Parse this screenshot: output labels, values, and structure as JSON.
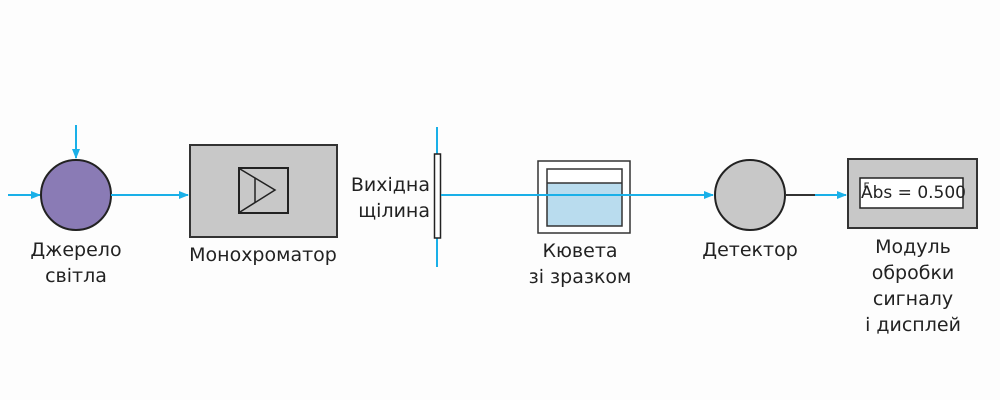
{
  "colors": {
    "beam": "#1ab0e8",
    "source": "#8a7bb5",
    "device_gray": "#c8c8c8",
    "liquid": "#b9dcee",
    "outline": "#222222"
  },
  "components": {
    "source": {
      "line1": "Джерело",
      "line2": "світла"
    },
    "monochromator": {
      "label": "Монохроматор"
    },
    "exit_slit": {
      "line1": "Вихідна",
      "line2": "щілина"
    },
    "cuvette": {
      "line1": "Кювета",
      "line2": "зі зразком"
    },
    "detector": {
      "label": "Детектор"
    },
    "processor": {
      "line1": "Модуль",
      "line2": "обробки",
      "line3": "сигналу",
      "line4": "і дисплей",
      "display": "Abs = 0.500"
    }
  }
}
